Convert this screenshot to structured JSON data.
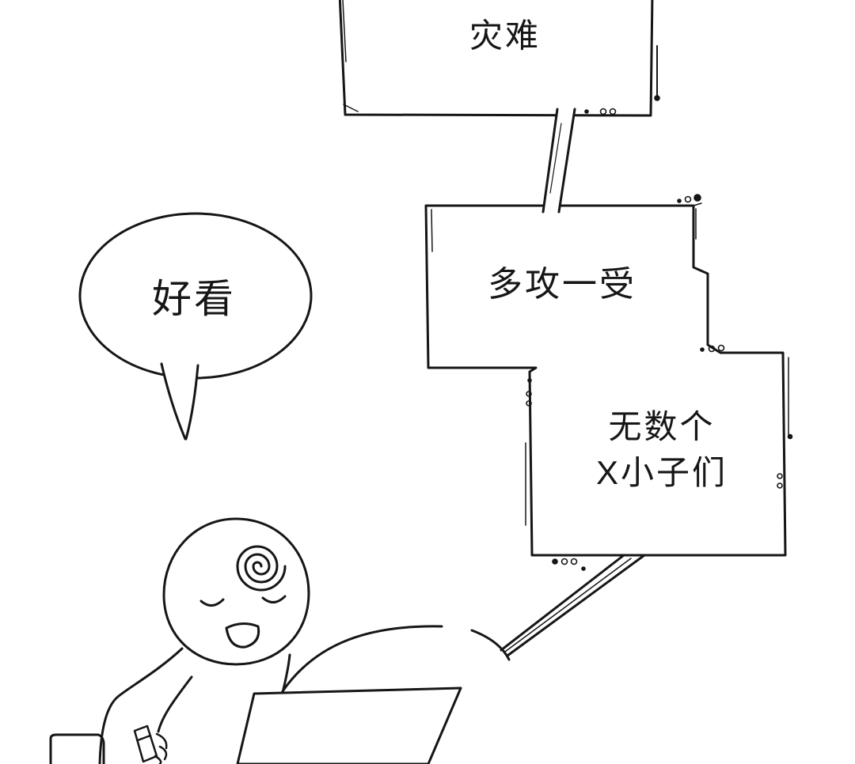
{
  "title": "comic-panel",
  "colors": {
    "ink": "#161616",
    "paper": "#ffffff"
  },
  "bubbles": {
    "top": {
      "text": "灾难"
    },
    "middle": {
      "text": "多攻一受"
    },
    "bottom": {
      "lines": [
        "无数个",
        "X小子们"
      ]
    },
    "oval": {
      "text": "好看"
    }
  }
}
